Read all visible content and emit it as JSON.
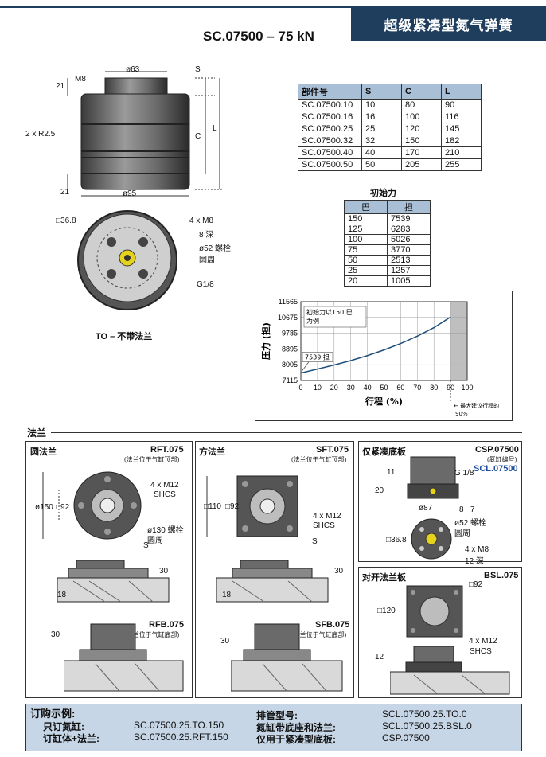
{
  "header": {
    "title": "超级紧凑型氮气弹簧",
    "model": "SC.07500 – 75 kN"
  },
  "main_drawing": {
    "dim_m8": "M8",
    "dim_d63": "ø63",
    "dim_s": "S",
    "dim_21_top": "21",
    "dim_r25": "2 x R2.5",
    "dim_c": "C",
    "dim_l": "L",
    "dim_21_bot": "21",
    "dim_d95": "ø95",
    "dim_sq368": "□36.8",
    "dim_4xm8": "4 x M8",
    "dim_8deep": "8 深",
    "dim_d52": "ø52 螺栓",
    "dim_circle": "圆周",
    "dim_g18": "G1/8",
    "caption": "TO – 不带法兰"
  },
  "spec_table": {
    "headers": [
      "部件号",
      "S",
      "C",
      "L"
    ],
    "rows": [
      [
        "SC.07500.10",
        "10",
        "80",
        "90"
      ],
      [
        "SC.07500.16",
        "16",
        "100",
        "116"
      ],
      [
        "SC.07500.25",
        "25",
        "120",
        "145"
      ],
      [
        "SC.07500.32",
        "32",
        "150",
        "182"
      ],
      [
        "SC.07500.40",
        "40",
        "170",
        "210"
      ],
      [
        "SC.07500.50",
        "50",
        "205",
        "255"
      ]
    ]
  },
  "force_table": {
    "title": "初始力",
    "headers": [
      "巴",
      "担"
    ],
    "rows": [
      [
        "150",
        "7539"
      ],
      [
        "125",
        "6283"
      ],
      [
        "100",
        "5026"
      ],
      [
        "75",
        "3770"
      ],
      [
        "50",
        "2513"
      ],
      [
        "25",
        "1257"
      ],
      [
        "20",
        "1005"
      ]
    ]
  },
  "chart_data": {
    "type": "line",
    "x": [
      0,
      10,
      20,
      30,
      40,
      50,
      60,
      70,
      80,
      90
    ],
    "series": [
      {
        "values": [
          7539,
          7760,
          7990,
          8240,
          8520,
          8840,
          9200,
          9620,
          10100,
          10700
        ]
      }
    ],
    "xlabel": "行程 (%)",
    "ylabel": "压力 (担)",
    "xlim": [
      0,
      100
    ],
    "ylim": [
      7115,
      11565
    ],
    "xticks": [
      "0",
      "10",
      "20",
      "30",
      "40",
      "50",
      "60",
      "70",
      "80",
      "90",
      "100"
    ],
    "yticks": [
      "11565",
      "10675",
      "9785",
      "8895",
      "8005",
      "7115"
    ],
    "shaded_region": [
      90,
      100
    ],
    "annotations": {
      "start_label": "初始力以150 巴为例",
      "point_label": "7539 担",
      "max_note_1": "最大建议行程的",
      "max_note_2": "90%"
    },
    "grid": true
  },
  "flange_section": {
    "title": "法兰",
    "round": {
      "title": "圆法兰",
      "code_top": "RFT.075",
      "note_top": "(法兰位于气缸顶部)",
      "d150": "ø150",
      "d92": "□92",
      "m12": "4 x M12",
      "shcs": "SHCS",
      "d130": "ø130 螺栓",
      "circle": "圆周",
      "s": "S",
      "d30": "30",
      "d18": "18",
      "code_bot": "RFB.075",
      "note_bot": "(法兰位于气缸底部)",
      "d30b": "30"
    },
    "square": {
      "title": "方法兰",
      "code_top": "SFT.075",
      "note_top": "(法兰位于气缸顶部)",
      "d110": "□110",
      "d92": "□92",
      "m12": "4 x M12",
      "shcs": "SHCS",
      "s": "S",
      "d30": "30",
      "d18": "18",
      "code_bot": "SFB.075",
      "note_bot": "(法兰位于气缸底部)",
      "d30b": "30"
    },
    "compact": {
      "title": "仅紧凑底板",
      "code": "CSP.07500",
      "note": "(氮缸编号)",
      "code2": "SCL.07500",
      "d11": "11",
      "d20": "20",
      "g18": "G 1/8",
      "d87": "ø87",
      "d8": "8",
      "d7": "7",
      "d52": "ø52 螺栓",
      "circle": "圆周",
      "sq368": "□36.8",
      "m8": "4 x M8",
      "deep": "12 深"
    },
    "split": {
      "title": "对开法兰板",
      "code": "BSL.075",
      "d92": "□92",
      "d120": "□120",
      "m12": "4 x M12",
      "shcs": "SHCS",
      "d12": "12"
    }
  },
  "footer": {
    "title": "订购示例:",
    "rows_left": [
      {
        "label": "只订氮缸:",
        "value": "SC.07500.25.TO.150"
      },
      {
        "label": "订缸体+法兰:",
        "value": "SC.07500.25.RFT.150"
      }
    ],
    "rows_right": [
      {
        "label": "排管型号:",
        "value": "SCL.07500.25.TO.0"
      },
      {
        "label": "氮缸带底座和法兰:",
        "value": "SCL.07500.25.BSL.0"
      },
      {
        "label": "仅用于紧凑型底板:",
        "value": "CSP.07500"
      }
    ]
  },
  "colors": {
    "header_bg": "#1f3d5c",
    "table_header": "#a9bfd6",
    "footer_bg": "#c7d6e6",
    "chart_line": "#1f4e79",
    "shaded": "#bfbfbf",
    "code_blue": "#1f4e9c"
  }
}
